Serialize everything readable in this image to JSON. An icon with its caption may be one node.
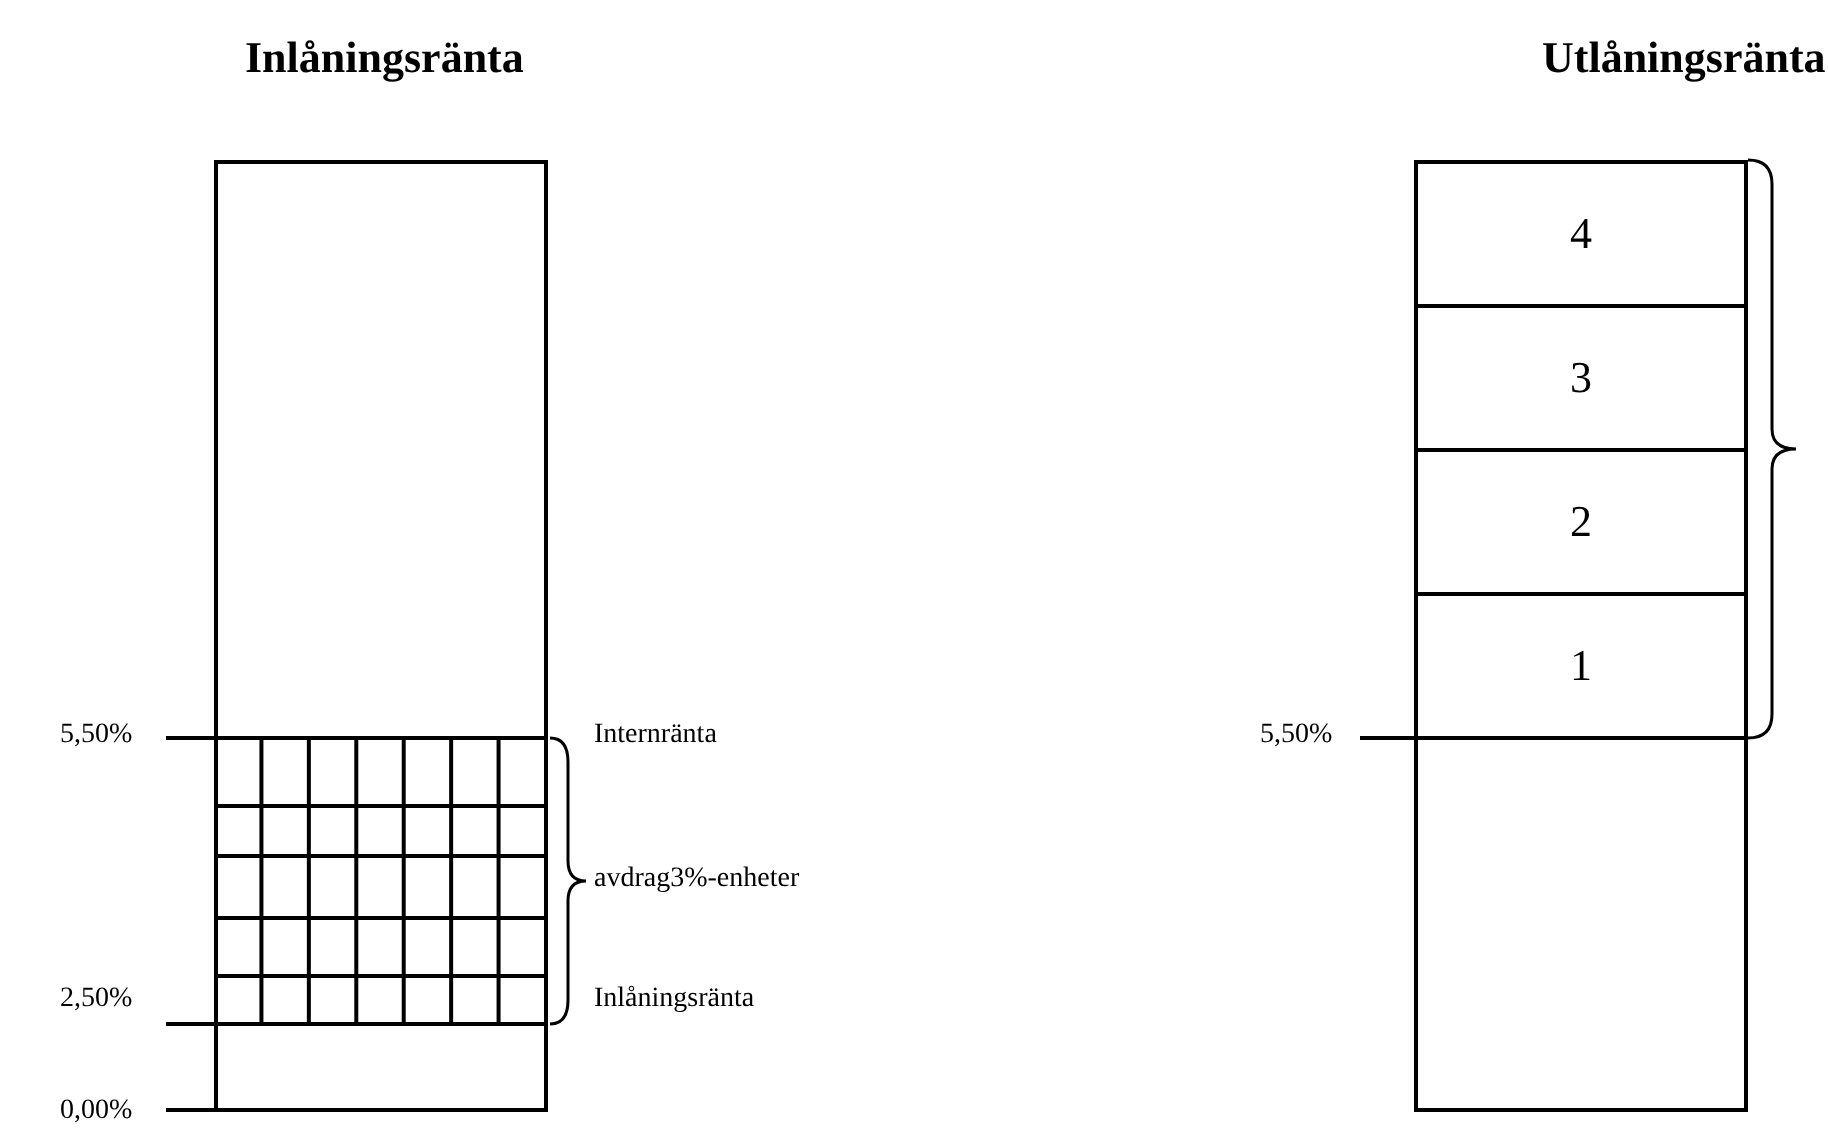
{
  "diagram": {
    "nodes": [
      {
        "text": [
          "Inlåningsränta"
        ]
      },
      {
        "text": [
          "Utlåningsränta"
        ]
      },
      {
        "text": [
          "4"
        ],
        "in": 1
      },
      {
        "text": [
          "3"
        ],
        "in": 1
      },
      {
        "text": [
          "2"
        ],
        "in": 1
      },
      {
        "text": [
          "1"
        ],
        "in": 1
      }
    ],
    "labels": [
      "5,50%",
      "2,50%",
      "0,00%",
      "Internränta",
      "avdrag3%-enheter",
      "Inlåningsränta",
      "5,50%"
    ]
  }
}
